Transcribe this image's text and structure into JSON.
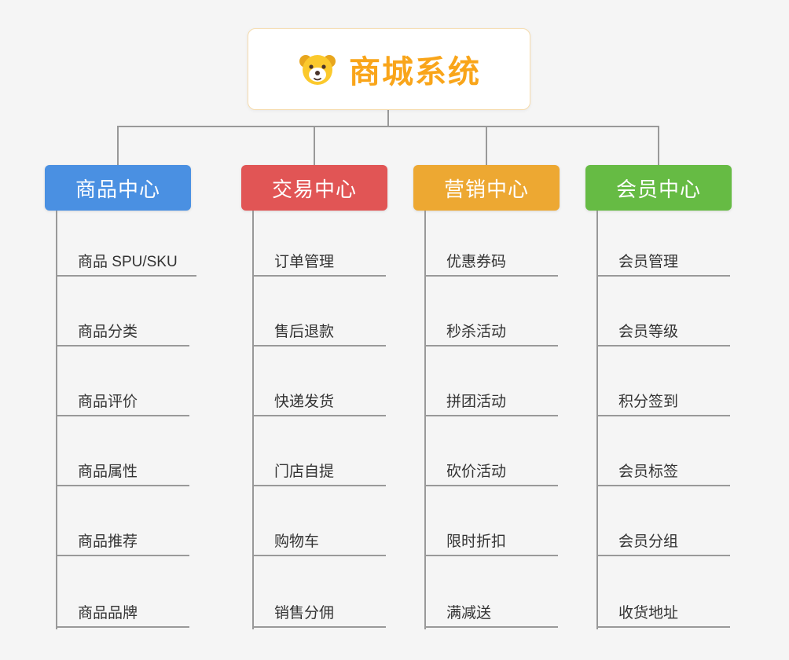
{
  "canvas": {
    "background": "#f5f5f5",
    "connector_color": "#999999"
  },
  "root": {
    "title": "商城系统",
    "title_color": "#f9a51a",
    "icon": "dog-face"
  },
  "branches": [
    {
      "label": "商品中心",
      "color": "#4a90e2",
      "children": [
        "商品 SPU/SKU",
        "商品分类",
        "商品评价",
        "商品属性",
        "商品推荐",
        "商品品牌"
      ]
    },
    {
      "label": "交易中心",
      "color": "#e15555",
      "children": [
        "订单管理",
        "售后退款",
        "快递发货",
        "门店自提",
        "购物车",
        "销售分佣"
      ]
    },
    {
      "label": "营销中心",
      "color": "#eda832",
      "children": [
        "优惠券码",
        "秒杀活动",
        "拼团活动",
        "砍价活动",
        "限时折扣",
        "满减送"
      ]
    },
    {
      "label": "会员中心",
      "color": "#66bb44",
      "children": [
        "会员管理",
        "会员等级",
        "积分签到",
        "会员标签",
        "会员分组",
        "收货地址"
      ]
    }
  ]
}
